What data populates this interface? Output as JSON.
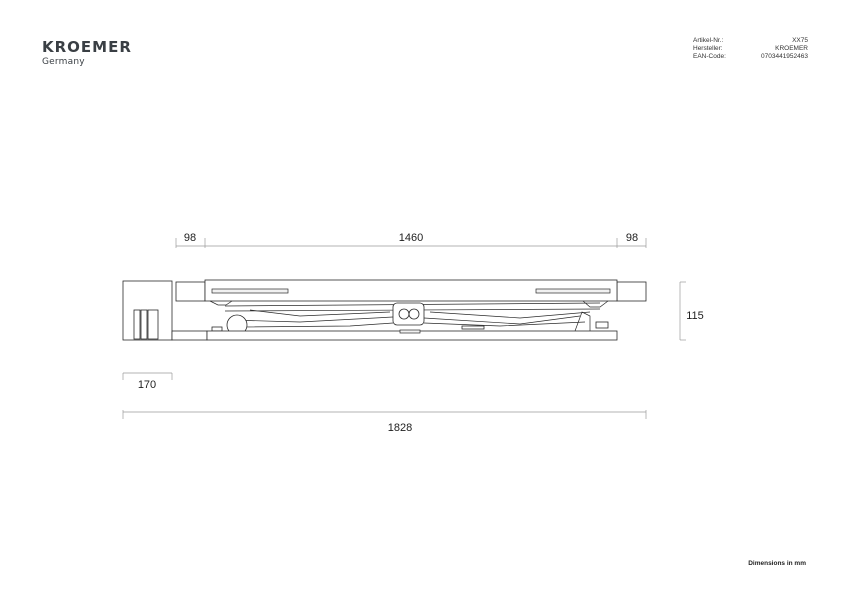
{
  "brand": {
    "name": "KROEMER",
    "country": "Germany"
  },
  "product_info": [
    {
      "label": "Artikel-Nr.:",
      "value": "XX75"
    },
    {
      "label": "Hersteller:",
      "value": "KROEMER"
    },
    {
      "label": "EAN-Code:",
      "value": "0703441952463"
    }
  ],
  "dimensions": {
    "end_left": "98",
    "middle": "1460",
    "end_right": "98",
    "height": "115",
    "extension": "170",
    "overall": "1828"
  },
  "footer_note": "Dimensions in mm"
}
